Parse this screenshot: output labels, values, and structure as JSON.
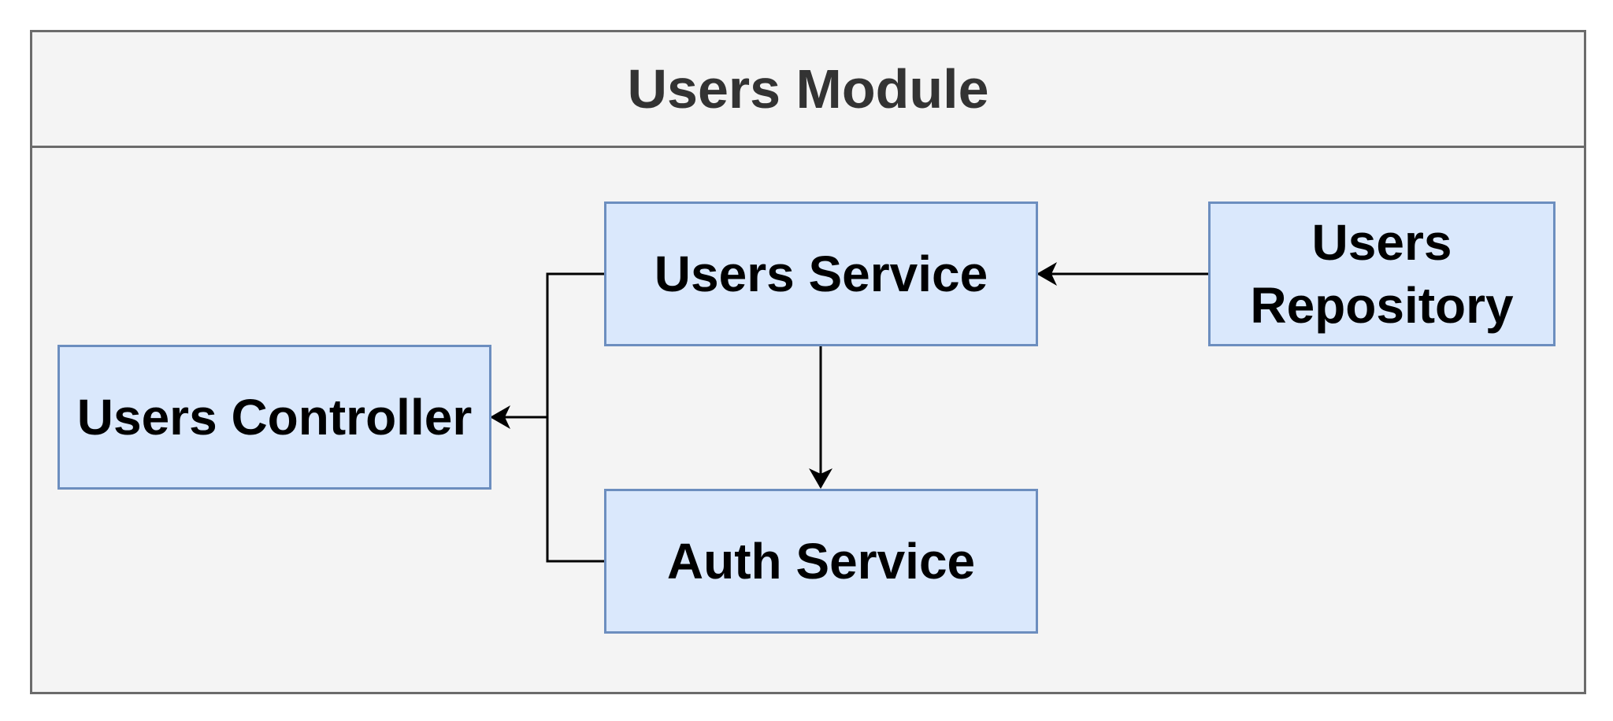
{
  "module": {
    "title": "Users Module"
  },
  "nodes": {
    "users_service": "Users Service",
    "users_repository": "Users Repository",
    "users_controller": "Users Controller",
    "auth_service": "Auth Service"
  },
  "colors": {
    "module_fill": "#f4f4f4",
    "module_border": "#6b6b6b",
    "node_fill": "#dae8fc",
    "node_border": "#6c8ebf",
    "edge": "#000000"
  },
  "edges": [
    {
      "from": "users_repository",
      "to": "users_service"
    },
    {
      "from": "users_service",
      "to": "users_controller"
    },
    {
      "from": "auth_service",
      "to": "users_controller"
    },
    {
      "from": "users_service",
      "to": "auth_service"
    }
  ]
}
